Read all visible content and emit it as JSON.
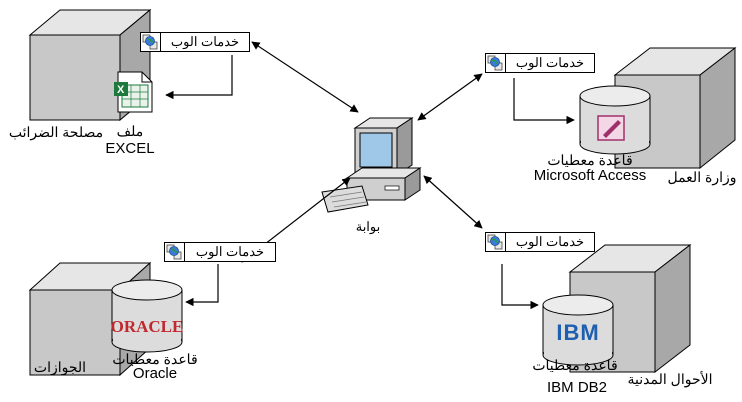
{
  "web_service_label": "خدمات الوب",
  "gateway": {
    "label": "بوابة"
  },
  "nodes": {
    "tax": {
      "org": "مصلحة الضرائب",
      "resource_line1": "ملف",
      "resource_line2": "EXCEL"
    },
    "labor": {
      "org": "وزارة العمل",
      "resource_line1": "قاعدة معطيات",
      "resource_line2": "Microsoft Access"
    },
    "passports": {
      "org": "الجوازات",
      "resource_line1": "قاعدة معطيات",
      "resource_line2": "Oracle",
      "logo_text": "ORACLE"
    },
    "civil": {
      "org": "الأحوال المدنية",
      "resource_line1": "قاعدة معطيات",
      "resource_line2": "IBM DB2",
      "logo_text": "IBM"
    }
  },
  "colors": {
    "server_gray": "#c8c8c8",
    "oracle_red": "#c0282d",
    "ibm_blue": "#1f5fb0",
    "access_magenta": "#a0306a",
    "excel_green": "#1d7a3c"
  }
}
